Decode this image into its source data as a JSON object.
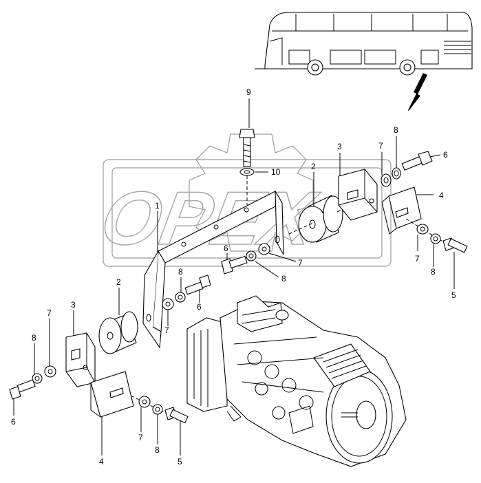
{
  "watermark": {
    "text": "OPEX"
  },
  "callouts": {
    "c9": "9",
    "c10": "10",
    "c3_top": "3",
    "c2_top": "2",
    "c7_top": "7",
    "c8_top": "8",
    "c6_top": "6",
    "c4_right": "4",
    "c7_right": "7",
    "c8_right": "8",
    "c5_right": "5",
    "c1": "1",
    "c6_mid": "6",
    "c7_mid": "7",
    "c8_mid": "8",
    "c2_left": "2",
    "c8_left": "8",
    "c6_left": "6",
    "c7_left2": "7",
    "c3_left": "3",
    "c7_left": "7",
    "c8_far": "8",
    "c6_far": "6",
    "c4_bottom": "4",
    "c7_bottom": "7",
    "c8_bottom": "8",
    "c5_bottom": "5"
  }
}
